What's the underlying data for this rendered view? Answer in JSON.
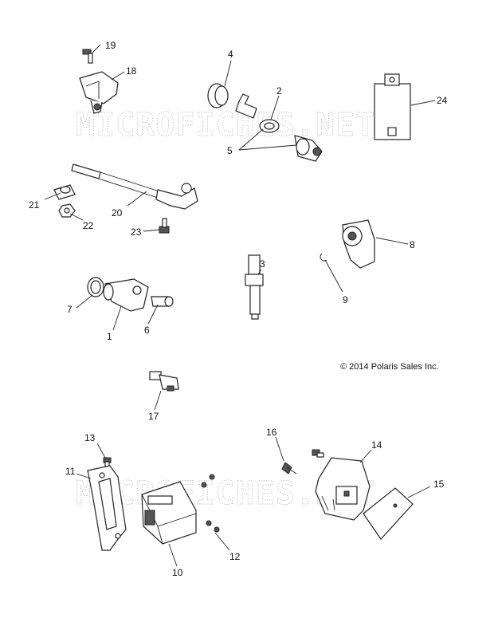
{
  "watermark": "MICROFICHES.NET",
  "copyright": "© 2014 Polaris Sales Inc.",
  "callouts": [
    "1",
    "2",
    "3",
    "4",
    "5",
    "6",
    "7",
    "8",
    "9",
    "10",
    "11",
    "12",
    "13",
    "14",
    "15",
    "16",
    "17",
    "18",
    "19",
    "20",
    "21",
    "22",
    "23",
    "24"
  ]
}
